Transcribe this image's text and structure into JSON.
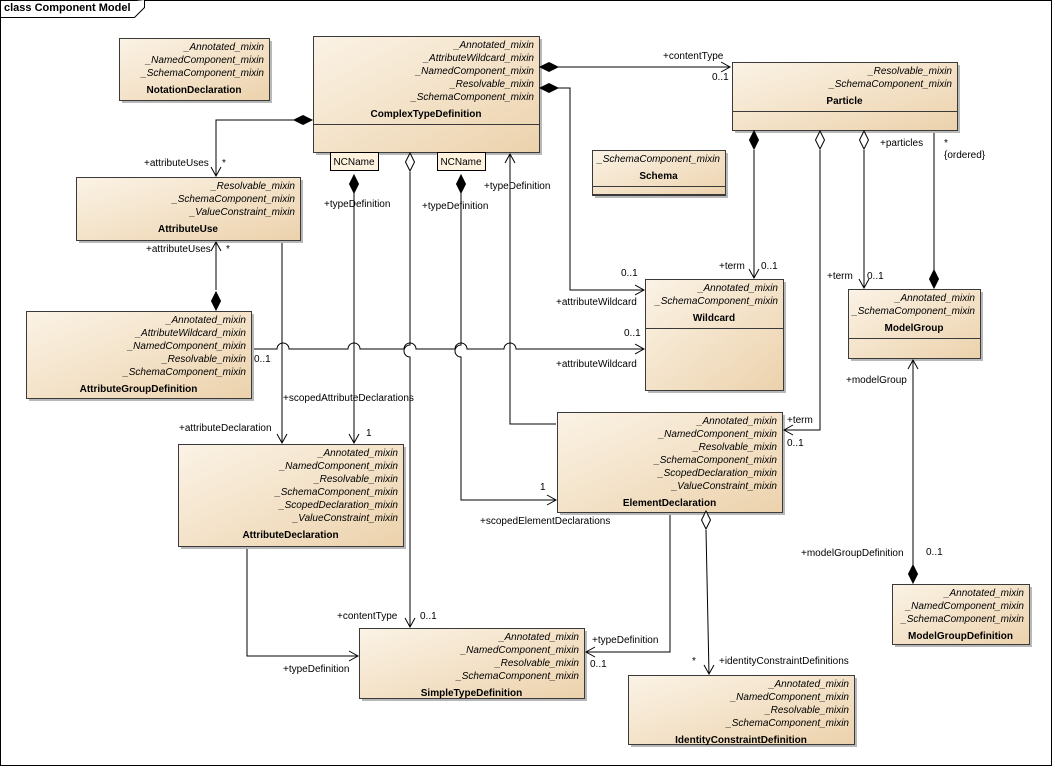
{
  "diagram_title": "class Component Model",
  "classes": [
    {
      "id": "notation",
      "name": "NotationDeclaration",
      "mixins": [
        "_Annotated_mixin",
        "_NamedComponent_mixin",
        "_SchemaComponent_mixin"
      ],
      "compartment": false
    },
    {
      "id": "complex",
      "name": "ComplexTypeDefinition",
      "mixins": [
        "_Annotated_mixin",
        "_AttributeWildcard_mixin",
        "_NamedComponent_mixin",
        "_Resolvable_mixin",
        "_SchemaComponent_mixin"
      ],
      "compartment": true
    },
    {
      "id": "particle",
      "name": "Particle",
      "mixins": [
        "_Resolvable_mixin",
        "_SchemaComponent_mixin"
      ],
      "compartment": true
    },
    {
      "id": "schema",
      "name": "Schema",
      "mixins": [
        "_SchemaComponent_mixin"
      ],
      "compartment": true
    },
    {
      "id": "attruse",
      "name": "AttributeUse",
      "mixins": [
        "_Resolvable_mixin",
        "_SchemaComponent_mixin",
        "_ValueConstraint_mixin"
      ],
      "compartment": false
    },
    {
      "id": "wildcard",
      "name": "Wildcard",
      "mixins": [
        "_Annotated_mixin",
        "_SchemaComponent_mixin"
      ],
      "compartment": true
    },
    {
      "id": "modelgroup",
      "name": "ModelGroup",
      "mixins": [
        "_Annotated_mixin",
        "_SchemaComponent_mixin"
      ],
      "compartment": true
    },
    {
      "id": "attrgroup",
      "name": "AttributeGroupDefinition",
      "mixins": [
        "_Annotated_mixin",
        "_AttributeWildcard_mixin",
        "_NamedComponent_mixin",
        "_Resolvable_mixin",
        "_SchemaComponent_mixin"
      ],
      "compartment": false
    },
    {
      "id": "elemdecl",
      "name": "ElementDeclaration",
      "mixins": [
        "_Annotated_mixin",
        "_NamedComponent_mixin",
        "_Resolvable_mixin",
        "_SchemaComponent_mixin",
        "_ScopedDeclaration_mixin",
        "_ValueConstraint_mixin"
      ],
      "compartment": false
    },
    {
      "id": "attrdecl",
      "name": "AttributeDeclaration",
      "mixins": [
        "_Annotated_mixin",
        "_NamedComponent_mixin",
        "_Resolvable_mixin",
        "_SchemaComponent_mixin",
        "_ScopedDeclaration_mixin",
        "_ValueConstraint_mixin"
      ],
      "compartment": false
    },
    {
      "id": "mgdef",
      "name": "ModelGroupDefinition",
      "mixins": [
        "_Annotated_mixin",
        "_NamedComponent_mixin",
        "_SchemaComponent_mixin"
      ],
      "compartment": false
    },
    {
      "id": "simple",
      "name": "SimpleTypeDefinition",
      "mixins": [
        "_Annotated_mixin",
        "_NamedComponent_mixin",
        "_Resolvable_mixin",
        "_SchemaComponent_mixin"
      ],
      "compartment": false
    },
    {
      "id": "identity",
      "name": "IdentityConstraintDefinition",
      "mixins": [
        "_Annotated_mixin",
        "_NamedComponent_mixin",
        "_Resolvable_mixin",
        "_SchemaComponent_mixin"
      ],
      "compartment": false
    }
  ],
  "qualifiers": [
    "NCName",
    "NCName"
  ],
  "labels": [
    "+contentType",
    "0..1",
    "+attributeUses",
    "*",
    "+attributeUses",
    "*",
    "+typeDefinition",
    "+typeDefinition",
    "+typeDefinition",
    "+particles",
    "*",
    "{ordered}",
    "+term",
    "0..1",
    "+term",
    "0..1",
    "0..1",
    "+attributeWildcard",
    "0..1",
    "+attributeWildcard",
    "0..1",
    "+scopedAttributeDeclarations",
    "+attributeDeclaration",
    "1",
    "+term",
    "0..1",
    "+modelGroup",
    "1",
    "+scopedElementDeclarations",
    "+modelGroupDefinition",
    "0..1",
    "+contentType",
    "0..1",
    "+typeDefinition",
    "0..1",
    "+typeDefinition",
    "*",
    "+identityConstraintDefinitions"
  ]
}
